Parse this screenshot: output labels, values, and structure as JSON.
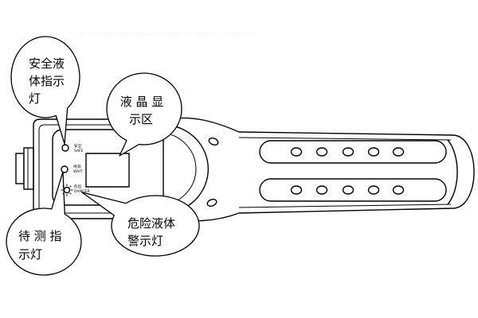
{
  "callouts": {
    "safe_indicator": {
      "lines": [
        "安全液",
        "体指示",
        "灯"
      ]
    },
    "lcd_display": {
      "lines": [
        "液 晶 显",
        "示区"
      ]
    },
    "wait_indicator": {
      "lines": [
        "待 测 指",
        "示灯"
      ]
    },
    "danger_indicator": {
      "lines": [
        "危险液体",
        "警示灯"
      ]
    }
  },
  "device_labels": {
    "safe": {
      "zh": "安全",
      "en": "SAFE"
    },
    "wait": {
      "zh": "待测",
      "en": "WAIT"
    },
    "danger": {
      "zh": "危险",
      "en": "DANGER"
    }
  },
  "indicators": {
    "danger_lit": true
  },
  "colors": {
    "line": "#000000",
    "background": "#ffffff"
  }
}
